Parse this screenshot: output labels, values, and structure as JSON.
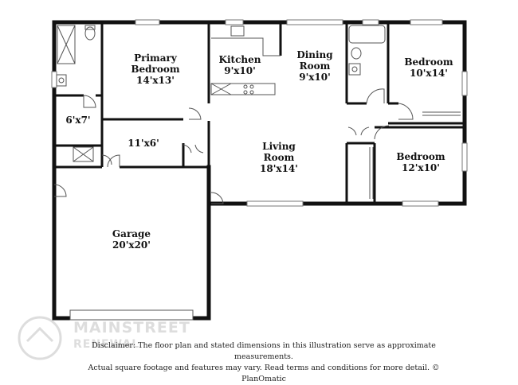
{
  "rooms": {
    "primary_bedroom": {
      "name_1": "Primary",
      "name_2": "Bedroom",
      "dim": "14'x13'"
    },
    "kitchen": {
      "name": "Kitchen",
      "dim": "9'x10'"
    },
    "dining_room": {
      "name_1": "Dining",
      "name_2": "Room",
      "dim": "9'x10'"
    },
    "bedroom_1": {
      "name": "Bedroom",
      "dim": "10'x14'"
    },
    "closet_6x7": {
      "dim": "6'x7'"
    },
    "hall_11x6": {
      "dim": "11'x6'"
    },
    "living_room": {
      "name_1": "Living",
      "name_2": "Room",
      "dim": "18'x14'"
    },
    "bedroom_2": {
      "name": "Bedroom",
      "dim": "12'x10'"
    },
    "garage": {
      "name": "Garage",
      "dim": "20'x20'"
    }
  },
  "disclaimer": {
    "line_1": "Disclaimer: The floor plan and stated dimensions in this illustration serve as approximate measurements.",
    "line_2": "Actual square footage and features may vary. Read terms and conditions for more detail. © PlanOmatic"
  },
  "watermark": {
    "text": "MAINSTREET",
    "sub": "RENEWAL"
  },
  "colors": {
    "wall": "#111111",
    "window": "#ffffff",
    "fixture": "#555555"
  }
}
